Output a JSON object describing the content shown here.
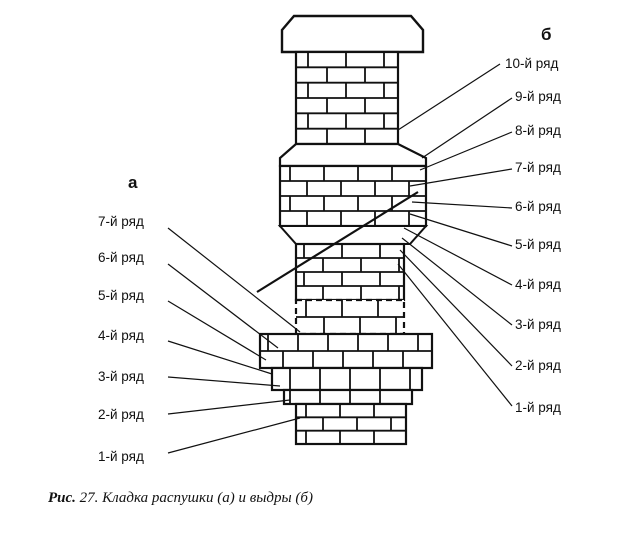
{
  "diagram": {
    "label_a": "а",
    "label_b": "б",
    "rows_a": [
      "7-й ряд",
      "6-й ряд",
      "5-й ряд",
      "4-й ряд",
      "3-й ряд",
      "2-й ряд",
      "1-й ряд"
    ],
    "rows_b": [
      "10-й ряд",
      "9-й ряд",
      "8-й ряд",
      "7-й ряд",
      "6-й ряд",
      "5-й ряд",
      "4-й ряд",
      "3-й ряд",
      "2-й ряд",
      "1-й ряд"
    ]
  },
  "caption": {
    "prefix": "Рис.",
    "text": " 27. Кладка распушки (а) и выдры (б)"
  }
}
